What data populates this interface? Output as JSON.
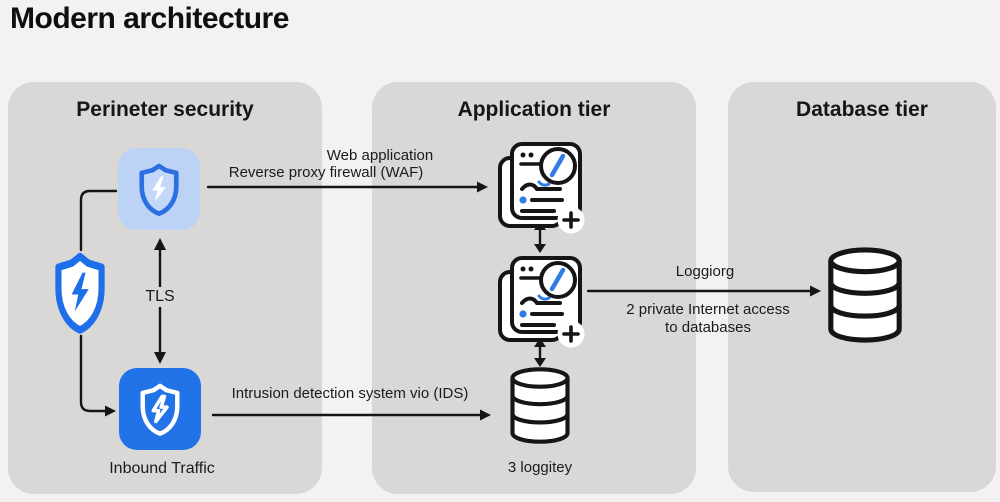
{
  "title": "Modern architecture",
  "columns": {
    "perimeter": {
      "header": "Perineter security",
      "tls_label": "TLS",
      "inbound_label": "Inbound Traffic"
    },
    "application": {
      "header": "Application tier",
      "logs_label": "3 loggitey"
    },
    "database": {
      "header": "Database tier"
    }
  },
  "arrows": {
    "waf": {
      "line1": "Web application",
      "line2": "Reverse proxy firewall (WAF)"
    },
    "ids": {
      "label": "Intrusion detection system vio (IDS)"
    },
    "logging": {
      "label": "Loggiorg",
      "sub_line1": "2 private Internet access",
      "sub_line2": "to databases"
    }
  },
  "icons": {
    "perimeter_shield": "shield-bolt-icon",
    "waf_badge": "shield-bolt-light-badge-icon",
    "ids_badge": "shield-bolt-blue-badge-icon",
    "app_server": "app-window-search-icon",
    "logs_database": "database-cylinder-icon",
    "main_database": "database-cylinder-icon",
    "plus_badge": "+"
  },
  "colors": {
    "page_bg": "#f3f2f0",
    "column_bg": "#d9d8d6",
    "accent_blue": "#2273e8",
    "badge_light_blue": "#bcd3f6",
    "line": "#151515"
  }
}
